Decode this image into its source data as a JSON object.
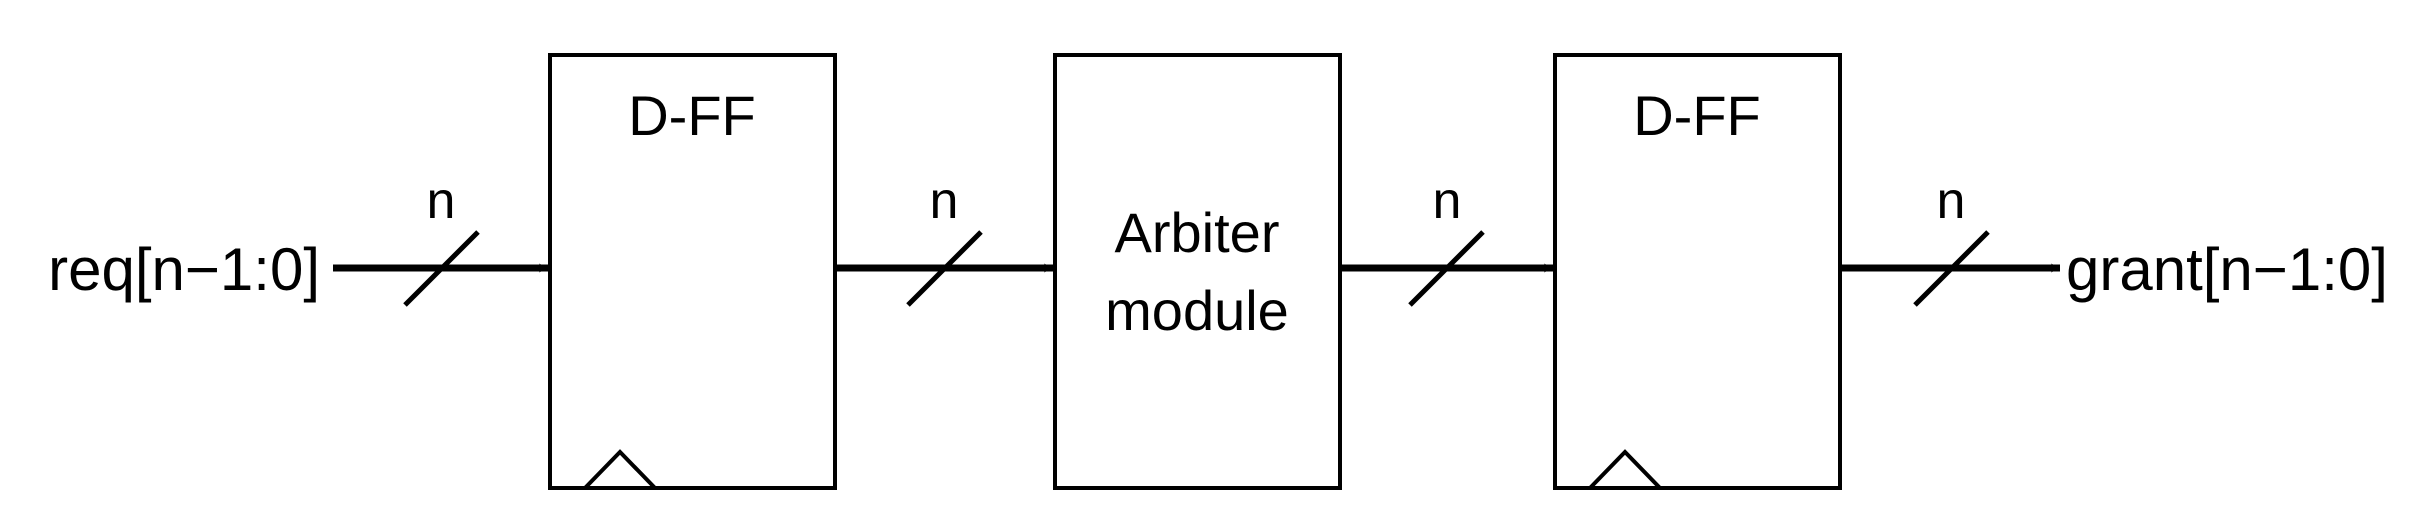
{
  "input_label": "req[n−1:0]",
  "output_label": "grant[n−1:0]",
  "blocks": [
    {
      "lines": [
        "D-FF"
      ]
    },
    {
      "lines": [
        "Arbiter",
        "module"
      ]
    },
    {
      "lines": [
        "D-FF"
      ]
    }
  ],
  "bus_widths": [
    "n",
    "n",
    "n",
    "n"
  ],
  "colors": {
    "stroke": "#000000",
    "background": "#ffffff"
  }
}
